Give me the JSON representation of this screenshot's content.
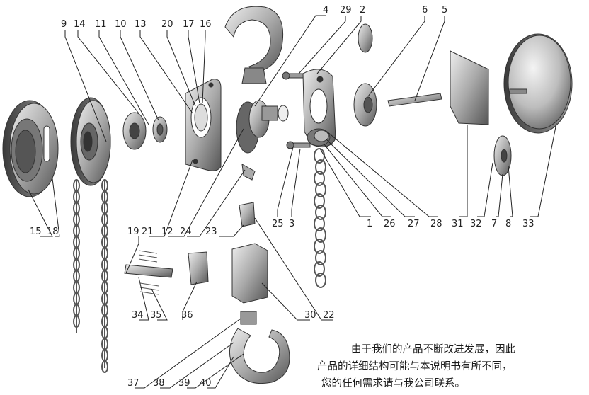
{
  "part_numbers": {
    "p1": "1",
    "p2": "2",
    "p3": "3",
    "p4": "4",
    "p5": "5",
    "p6": "6",
    "p7": "7",
    "p8": "8",
    "p9": "9",
    "p10": "10",
    "p11": "11",
    "p12": "12",
    "p13": "13",
    "p14": "14",
    "p15": "15",
    "p16": "16",
    "p17": "17",
    "p18": "18",
    "p19": "19",
    "p20": "20",
    "p21": "21",
    "p22": "22",
    "p23": "23",
    "p24": "24",
    "p25": "25",
    "p26": "26",
    "p27": "27",
    "p28": "28",
    "p29": "29",
    "p30": "30",
    "p31": "31",
    "p32": "32",
    "p33": "33",
    "p34": "34",
    "p35": "35",
    "p36": "36",
    "p37": "37",
    "p38": "38",
    "p39": "39",
    "p40": "40"
  },
  "note": {
    "line1": "由于我们的产品不断改进发展，因此",
    "line2": "产品的详细结构可能与本说明书有所不同，",
    "line3": "您的任何需求请与我公司联系。"
  }
}
